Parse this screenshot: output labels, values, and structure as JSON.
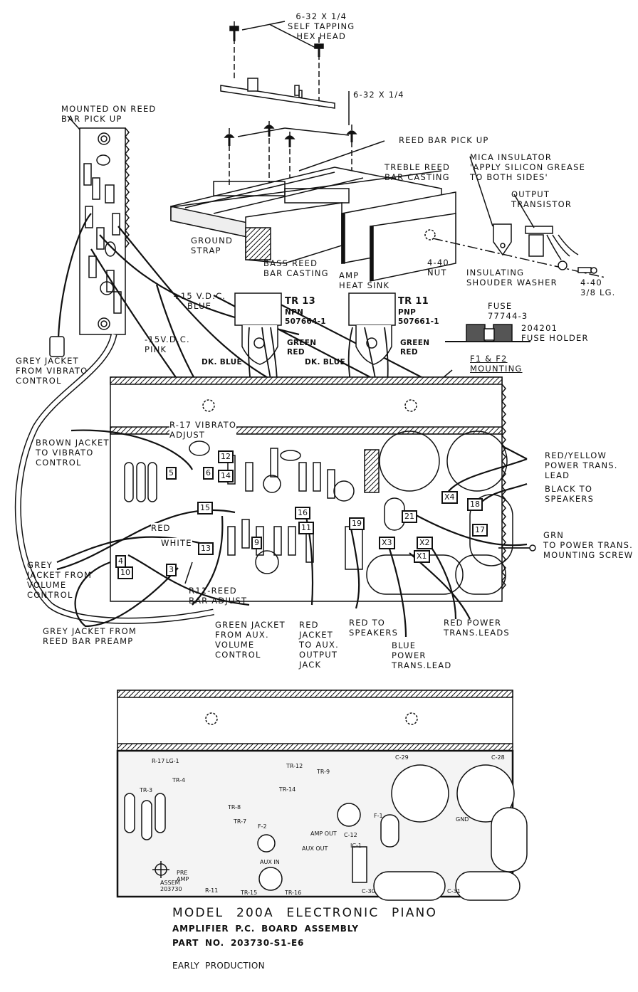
{
  "document": {
    "title": "MODEL 200A ELECTRONIC PIANO",
    "subtitle": "AMPLIFIER P.C. BOARD ASSEMBLY",
    "part_number": "PART NO. 203730-S1-E6",
    "production_note": "EARLY PRODUCTION"
  },
  "exploded_view": {
    "screw_top": "6-32 X 1/4\nSELF TAPPING\nHEX HEAD",
    "screw_mid": "6-32 X 1/4",
    "reed_bar_pickup": "REED BAR PICK UP",
    "treble_casting": "TREBLE REED\nBAR CASTING",
    "ground_strap": "GROUND\nSTRAP",
    "bass_casting": "BASS REED\nBAR CASTING",
    "heat_sink": "AMP\nHEAT SINK",
    "nut": "4-40\nNUT",
    "mica": "MICA INSULATOR\n'APPLY SILICON GREASE\nTO BOTH SIDES'",
    "output_transistor": "OUTPUT\nTRANSISTOR",
    "washer": "INSULATING\nSHOUDER WASHER",
    "screw_small": "4-40\n3/8 LG."
  },
  "preamp": {
    "mounted_label": "MOUNTED ON REED\nBAR PICK UP",
    "plus15": "+15 V.D.C.\nBLUE",
    "minus15": "-15V.D.C.\nPINK",
    "grey_vibrato": "GREY JACKET\nFROM VIBRATO\nCONTROL"
  },
  "transistors": [
    {
      "id": "TR 13",
      "type": "NPN",
      "part": "507664-1",
      "green": "GREEN",
      "red": "RED",
      "blue": "DK. BLUE"
    },
    {
      "id": "TR 11",
      "type": "PNP",
      "part": "507661-1",
      "green": "GREEN",
      "red": "RED",
      "blue": "DK. BLUE"
    }
  ],
  "fuse": {
    "label": "FUSE\n77744-3",
    "holder": "204201\nFUSE HOLDER",
    "mounting": "F1 & F2\nMOUNTING"
  },
  "wiring_labels": {
    "vibrato_adjust": "R-17 VIBRATO\nADJUST",
    "brown_jacket": "BROWN JACKET\nTO VIBRATO\nCONTROL",
    "red": "RED",
    "white": "WHITE",
    "grey_volume": "GREY\nJACKET FROM\nVOLUME\nCONTROL",
    "reed_adjust": "R11-REED\nBAR ADJUST",
    "grey_reed": "GREY JACKET FROM\nREED BAR PREAMP",
    "green_aux": "GREEN JACKET\nFROM AUX.\nVOLUME\nCONTROL",
    "red_aux": "RED\nJACKET\nTO AUX.\nOUTPUT\nJACK",
    "red_speakers": "RED TO\nSPEAKERS",
    "blue_power": "BLUE\nPOWER\nTRANS.LEAD",
    "red_power": "RED POWER\nTRANS.LEADS",
    "red_yellow": "RED/YELLOW\nPOWER TRANS.\nLEAD",
    "black_speakers": "BLACK TO\nSPEAKERS",
    "grn": "GRN\nTO POWER TRANS.\nMOUNTING SCREW"
  },
  "terminals": [
    "5",
    "6",
    "12",
    "14",
    "15",
    "16",
    "11",
    "9",
    "13",
    "4",
    "10",
    "3",
    "19",
    "21",
    "X4",
    "18",
    "17",
    "X3",
    "X2",
    "X1"
  ],
  "lower_board": {
    "assem": "ASSEM\n203730",
    "preamp": "PRE\nAMP",
    "components": [
      "C-29",
      "C-28",
      "C-30",
      "C-31",
      "C-12",
      "IC-1",
      "TR-4",
      "TR-3",
      "TR-7",
      "TR-8",
      "TR-9",
      "TR-12",
      "TR-14",
      "TR-15",
      "TR-16",
      "R-17",
      "LG-1",
      "R-11",
      "AMP OUT",
      "AUX OUT",
      "AUX IN",
      "F-1",
      "F-2",
      "GND"
    ]
  }
}
